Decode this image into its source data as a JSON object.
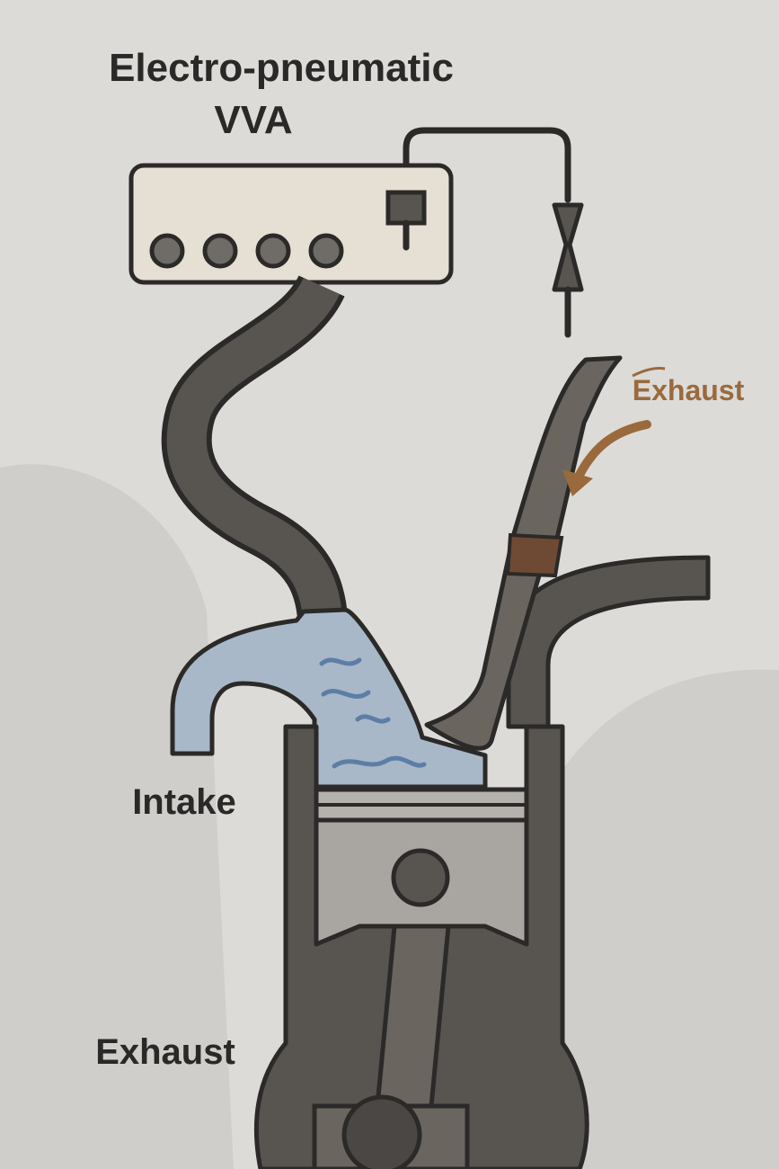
{
  "title_line1": "Electro-pneumatic",
  "title_line2": "VVA",
  "labels": {
    "exhaust_arrow": "Exhaust",
    "intake": "Intake",
    "exhaust_bottom": "Exhaust"
  },
  "colors": {
    "background": "#dcdbd8",
    "outline": "#2b2a28",
    "dark_metal": "#585551",
    "piston_metal": "#a9a6a2",
    "controller_box": "#e6dfd4",
    "intake_air": "#a8b8c8",
    "exhaust_accent": "#9a6a3c",
    "valve_rust": "#6e4a34"
  }
}
